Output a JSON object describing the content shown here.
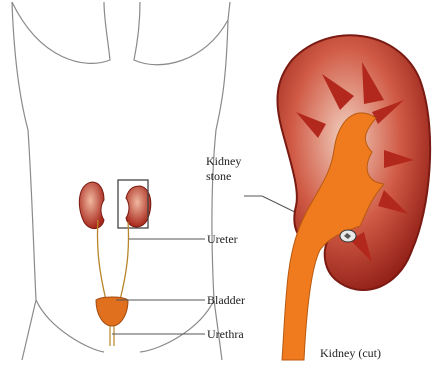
{
  "labels": {
    "kidney_stone_line1": "Kidney",
    "kidney_stone_line2": "stone",
    "ureter": "Ureter",
    "bladder": "Bladder",
    "urethra": "Urethra",
    "kidney_cut": "Kidney (cut)"
  },
  "colors": {
    "outline": "#8a8a8a",
    "kidney_red": "#c0392b",
    "kidney_dark": "#8e1c14",
    "cortex": "#d04a3a",
    "pelvis_orange": "#f07a1e",
    "bladder": "#e0701e",
    "leader": "#555555"
  }
}
